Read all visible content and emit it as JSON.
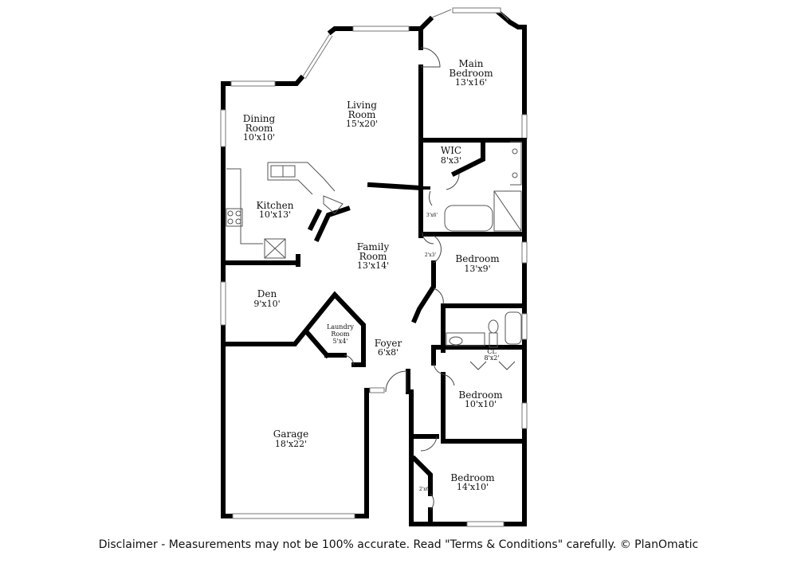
{
  "rooms": {
    "main_bedroom": {
      "name1": "Main",
      "name2": "Bedroom",
      "size": "13'x16'"
    },
    "living_room": {
      "name1": "Living",
      "name2": "Room",
      "size": "15'x20'"
    },
    "dining_room": {
      "name1": "Dining",
      "name2": "Room",
      "size": "10'x10'"
    },
    "wic": {
      "name": "WIC",
      "size": "8'x3'"
    },
    "kitchen": {
      "name": "Kitchen",
      "size": "10'x13'"
    },
    "family_room": {
      "name1": "Family",
      "name2": "Room",
      "size": "13'x14'"
    },
    "bedroom_1": {
      "name": "Bedroom",
      "size": "13'x9'"
    },
    "den": {
      "name": "Den",
      "size": "9'x10'"
    },
    "laundry_room": {
      "name1": "Laundry",
      "name2": "Room",
      "size": "5'x4'"
    },
    "foyer": {
      "name": "Foyer",
      "size": "6'x8'"
    },
    "closet": {
      "name": "CL",
      "size": "8'x2'"
    },
    "bedroom_2": {
      "name": "Bedroom",
      "size": "10'x10'"
    },
    "garage": {
      "name": "Garage",
      "size": "18'x22'"
    },
    "bedroom_3": {
      "name": "Bedroom",
      "size": "14'x10'"
    }
  },
  "closet_labels": {
    "bath_closet": "3'x6'",
    "hall_closet_1": "2'x3'",
    "hall_closet_2": "2'x6'"
  },
  "disclaimer": "Disclaimer - Measurements may not be 100% accurate. Read \"Terms & Conditions\" carefully. © PlanOmatic"
}
